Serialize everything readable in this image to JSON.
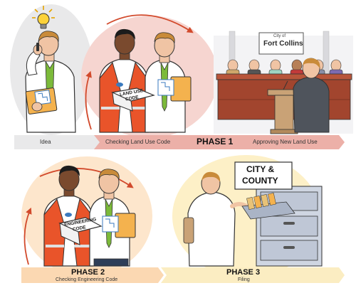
{
  "logo": {
    "city_of": "City of",
    "name": "Fort Collins"
  },
  "sign": {
    "line1": "CITY &",
    "line2": "COUNTY"
  },
  "books": {
    "land_use": {
      "line1": "LAND USE",
      "line2": "CODE"
    },
    "engineering": {
      "line1": "ENGINEERING",
      "line2": "CODE"
    }
  },
  "timeline1": {
    "idea": "Idea",
    "checking_land_use": "Checking Land Use Code",
    "phase1": "PHASE 1",
    "approving": "Approving New Land Use"
  },
  "timeline2": {
    "phase2": "PHASE 2",
    "checking_engineering": "Checking Engineering Code",
    "phase3": "PHASE 3",
    "filing": "Filing"
  },
  "colors": {
    "idea_bar": "#e9e9ea",
    "phase1_bar": "#ecb0a8",
    "phase2_bar": "#fbd8b2",
    "phase3_bar": "#fbedc2",
    "vest": "#e9542a",
    "arrow": "#d24a2c",
    "wood": "#a2452e"
  }
}
